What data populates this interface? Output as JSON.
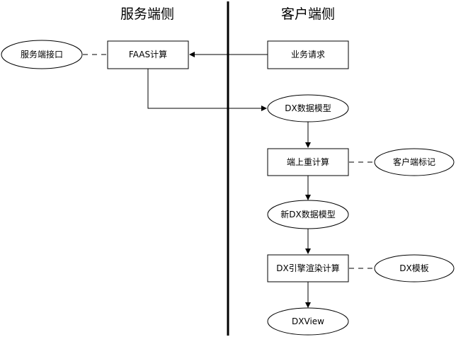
{
  "headers": {
    "server": "服务端侧",
    "client": "客户端侧"
  },
  "nodes": {
    "server_api": "服务端接口",
    "faas_compute": "FAAS计算",
    "business_request": "业务请求",
    "dx_data_model": "DX数据模型",
    "client_recompute": "端上重计算",
    "client_mark": "客户端标记",
    "new_dx_data_model": "新DX数据模型",
    "dx_engine_render": "DX引擎渲染计算",
    "dx_template": "DX模板",
    "dxview": "DXView"
  }
}
